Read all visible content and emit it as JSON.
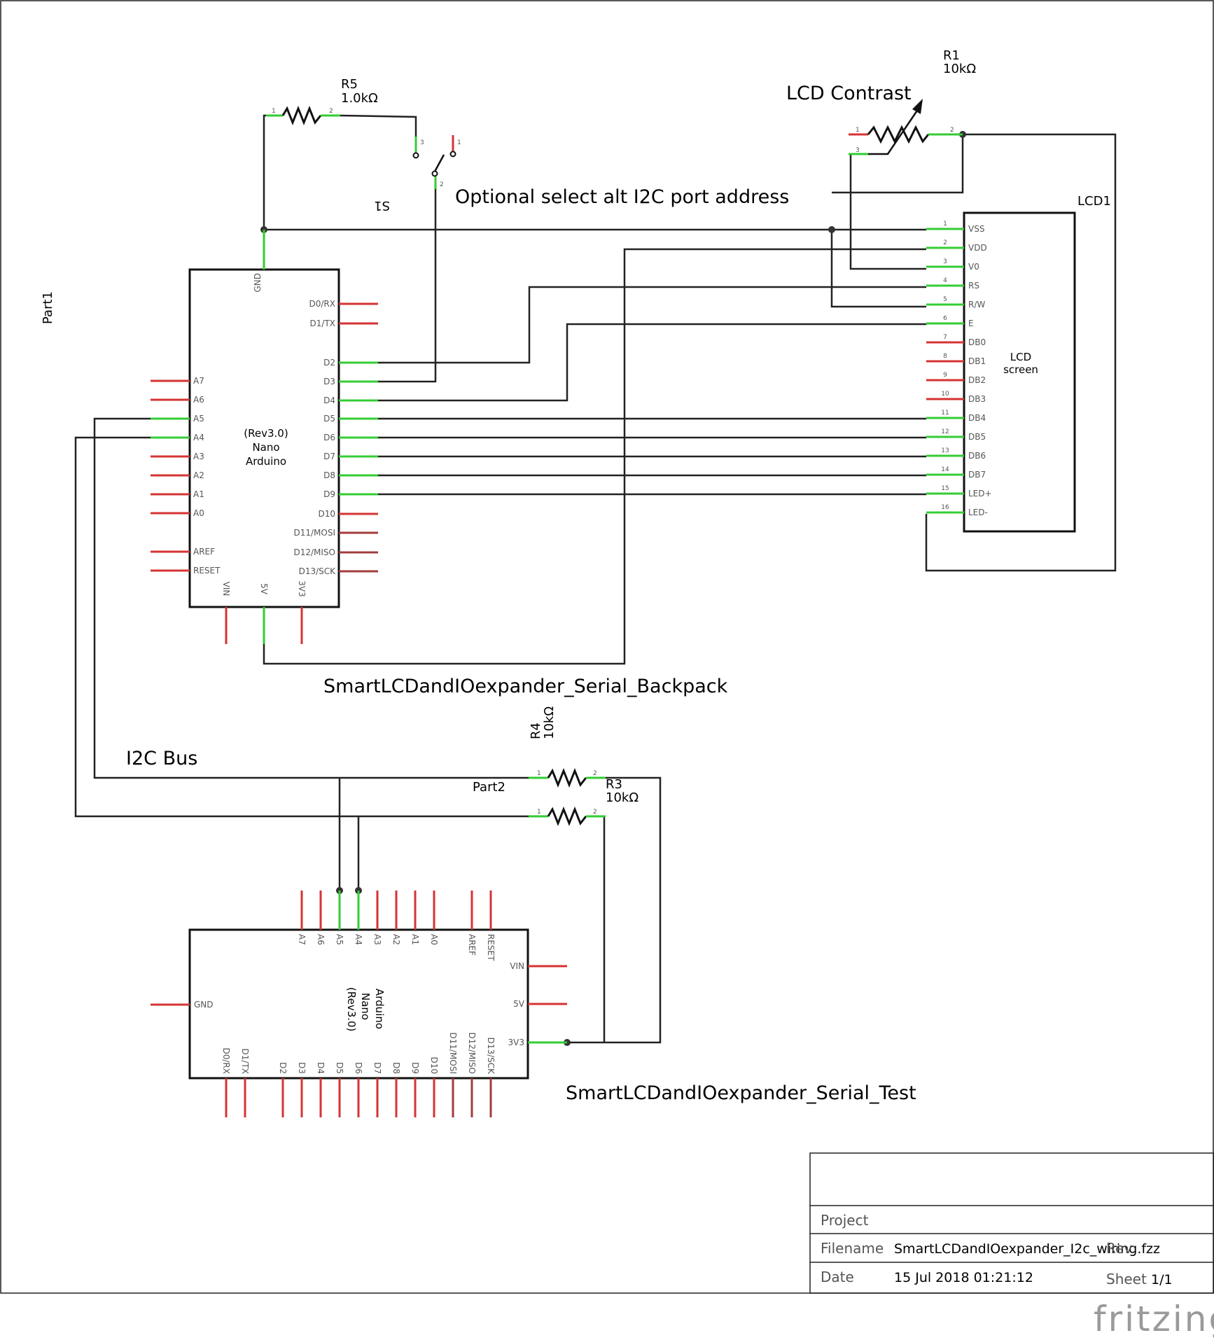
{
  "colors": {
    "pin_green": "#33cc33",
    "pin_red": "#d63333",
    "pin_darkred": "#a33c3c",
    "wire": "#222222",
    "brand": "#9a9a9a"
  },
  "labels": {
    "r5_ref": "R5",
    "r5_val": "1.0kΩ",
    "r1_ref": "R1",
    "r1_val": "10kΩ",
    "lcd_contrast": "LCD Contrast",
    "s1": "S1",
    "optional_select": "Optional select alt I2C port address",
    "lcd1": "LCD1",
    "part1": "Part1",
    "part2": "Part2",
    "backpack": "SmartLCDandIOexpander_Serial_Backpack",
    "test": "SmartLCDandIOexpander_Serial_Test",
    "i2c_bus": "I2C Bus",
    "r4_ref": "R4",
    "r4_val": "10kΩ",
    "r3_ref": "R3",
    "r3_val": "10kΩ"
  },
  "nano1": {
    "body": [
      "(Rev3.0)",
      "Nano",
      "Arduino"
    ],
    "top_pin": "GND",
    "right_pins": [
      "D0/RX",
      "D1/TX",
      "D2",
      "D3",
      "D4",
      "D5",
      "D6",
      "D7",
      "D8",
      "D9",
      "D10",
      "D11/MOSI",
      "D12/MISO",
      "D13/SCK"
    ],
    "left_pins": [
      "A7",
      "A6",
      "A5",
      "A4",
      "A3",
      "A2",
      "A1",
      "A0",
      "AREF",
      "RESET"
    ],
    "bottom_pins": [
      "VIN",
      "5V",
      "3V3"
    ]
  },
  "lcd": {
    "body": [
      "LCD",
      "screen"
    ],
    "pins": [
      "VSS",
      "VDD",
      "V0",
      "RS",
      "R/W",
      "E",
      "DB0",
      "DB1",
      "DB2",
      "DB3",
      "DB4",
      "DB5",
      "DB6",
      "DB7",
      "LED+",
      "LED-"
    ],
    "pin_numbers": [
      "1",
      "2",
      "3",
      "4",
      "5",
      "6",
      "7",
      "8",
      "9",
      "10",
      "11",
      "12",
      "13",
      "14",
      "15",
      "16"
    ]
  },
  "nano2": {
    "body": [
      "Arduino",
      "Nano",
      "(Rev3.0)"
    ],
    "top_pins": [
      "A7",
      "A6",
      "A5",
      "A4",
      "A3",
      "A2",
      "A1",
      "A0",
      "AREF",
      "RESET"
    ],
    "right_pins": [
      "VIN",
      "5V",
      "3V3"
    ],
    "left_pin": "GND",
    "bottom_pins": [
      "D0/RX",
      "D1/TX",
      "D2",
      "D3",
      "D4",
      "D5",
      "D6",
      "D7",
      "D8",
      "D9",
      "D10",
      "D11/MOSI",
      "D12/MISO",
      "D13/SCK"
    ]
  },
  "pin_numbers": {
    "one": "1",
    "two": "2",
    "three": "3"
  },
  "title_block": {
    "project_label": "Project",
    "project_value": "",
    "filename_label": "Filename",
    "filename_value": "SmartLCDandIOexpander_I2c_wiring.fzz",
    "rev_label": "Rev.",
    "date_label": "Date",
    "date_value": "15 Jul 2018 01:21:12",
    "sheet_label": "Sheet",
    "sheet_value": "1/1"
  },
  "brand": "fritzing"
}
